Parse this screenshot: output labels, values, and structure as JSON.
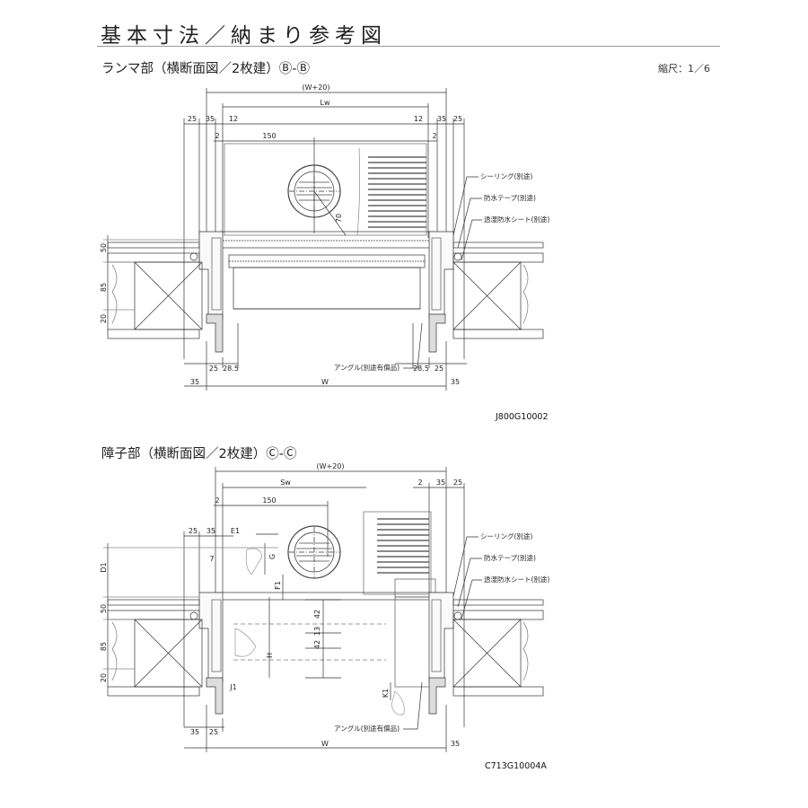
{
  "page_title": "基本寸法／納まり参考図",
  "scale": "縮尺：1／6",
  "section1": {
    "title": "ランマ部（横断面図／2枚建）Ⓑ-Ⓑ",
    "code": "J800G10002",
    "dims": {
      "w20": "(W+20)",
      "lw": "Lw",
      "d25l": "25",
      "d35l": "35",
      "d12l": "12",
      "d12r": "12",
      "d35r": "35",
      "d25r": "25",
      "d2l": "2",
      "d150": "150",
      "d2r": "2",
      "d70": "70",
      "d50": "50",
      "d85": "85",
      "d20": "20",
      "b25": "25",
      "b285l": "28.5",
      "b285r": "28.5",
      "b25r": "25",
      "b35l": "35",
      "bw": "W",
      "b35r": "35"
    },
    "callouts": {
      "sealing": "シーリング(別途)",
      "tape": "防水テープ(別途)",
      "sheet": "透湿防水シート(別途)",
      "angle": "アングル(別途有償品)"
    }
  },
  "section2": {
    "title": "障子部（横断面図／2枚建）Ⓒ-Ⓒ",
    "code": "C713G10004A",
    "dims": {
      "w20": "(W+20)",
      "sw": "Sw",
      "d2": "2",
      "d150": "150",
      "d2r": "2",
      "d35r": "35",
      "d25r": "25",
      "d25l": "25",
      "d35l": "35",
      "e1": "E1",
      "d7": "7",
      "g": "G",
      "f1": "F1",
      "d1": "D1",
      "d50": "50",
      "d85": "85",
      "d20": "20",
      "d42a": "42",
      "d13": "13",
      "d42b": "42",
      "h": "H",
      "j1": "J1",
      "k1": "K1",
      "b35l": "35",
      "b25": "25",
      "bw": "W",
      "b35r": "35"
    },
    "callouts": {
      "sealing": "シーリング(別途)",
      "tape": "防水テープ(別途)",
      "sheet": "透湿防水シート(別途)",
      "angle": "アングル(別途有償品)"
    }
  }
}
